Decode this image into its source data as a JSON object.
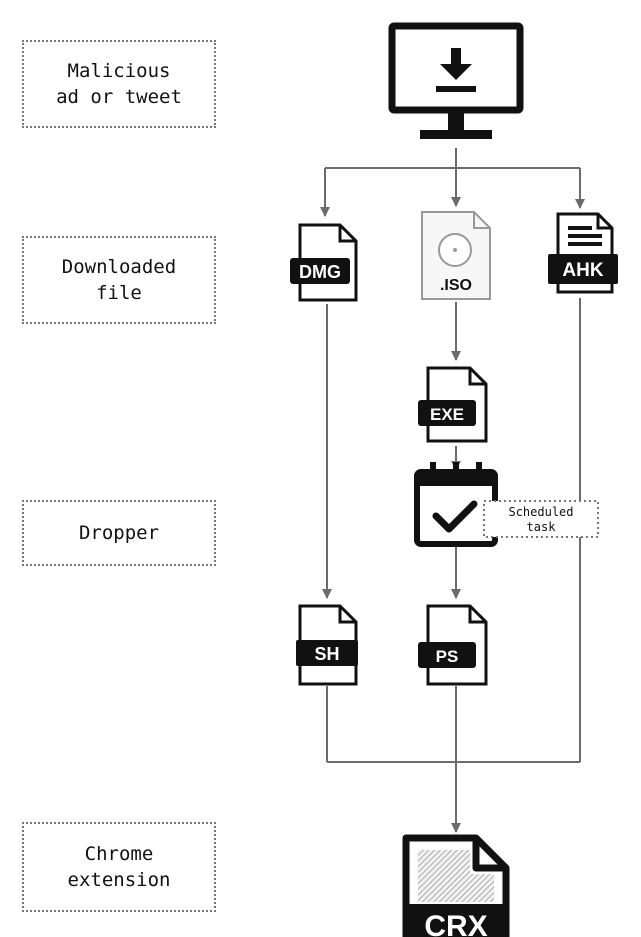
{
  "stages": [
    {
      "label": "Malicious\nad or tweet"
    },
    {
      "label": "Downloaded\nfile"
    },
    {
      "label": "Dropper"
    },
    {
      "label": "Chrome\nextension"
    }
  ],
  "nodes": {
    "computer": {
      "icon": "monitor-download-icon"
    },
    "dmg": {
      "label": "DMG",
      "icon": "file-icon"
    },
    "iso": {
      "label": ".ISO",
      "icon": "disc-file-icon"
    },
    "ahk": {
      "label": "AHK",
      "icon": "document-lines-icon"
    },
    "exe": {
      "label": "EXE",
      "icon": "file-icon"
    },
    "calendar": {
      "icon": "calendar-check-icon"
    },
    "scheduled_task": {
      "line1": "Scheduled",
      "line2": "task"
    },
    "sh": {
      "label": "SH",
      "icon": "file-icon"
    },
    "ps": {
      "label": "PS",
      "icon": "file-icon"
    },
    "crx": {
      "label": "CRX",
      "icon": "file-icon"
    }
  }
}
